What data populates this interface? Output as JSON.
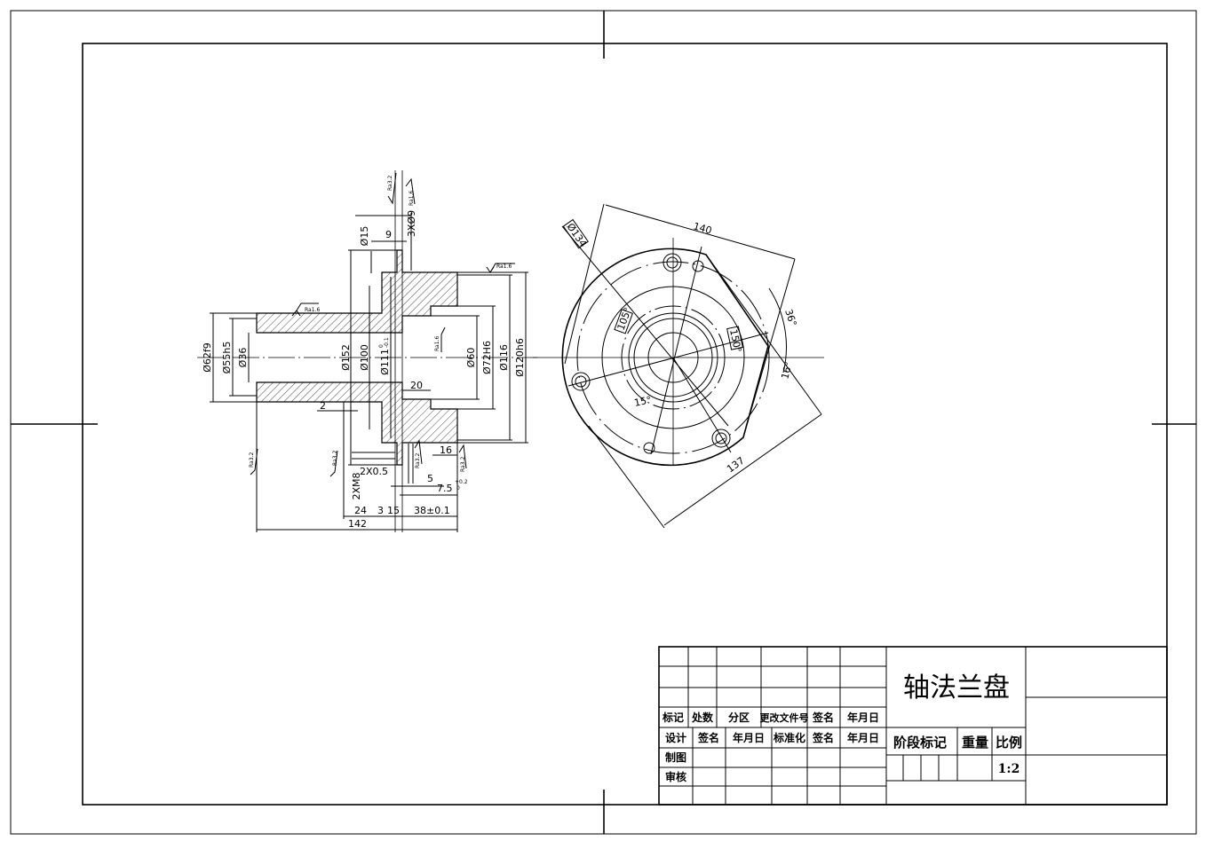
{
  "title_block": {
    "part_name": "轴法兰盘",
    "header_row": [
      "标记",
      "处数",
      "分区",
      "更改文件号",
      "签名",
      "年月日"
    ],
    "sign_row": [
      "设计",
      "签名",
      "年月日",
      "标准化",
      "签名",
      "年月日"
    ],
    "row_labels": [
      "制图",
      "审核"
    ],
    "stage_label": "阶段标记",
    "weight_label": "重量",
    "scale_label": "比例",
    "scale_value": "1:2"
  },
  "section_view": {
    "vertical_dims": [
      "Ø62f9",
      "Ø55h5",
      "Ø36",
      "Ø152",
      "Ø100",
      "Ø111",
      "Ø60",
      "Ø72H6",
      "Ø116",
      "Ø120h6",
      "Ø15",
      "3XØ9",
      "2XM8"
    ],
    "tolerance_111": {
      "upper": "0",
      "lower": "-0.1"
    },
    "horizontal_dims": [
      "9",
      "20",
      "2",
      "16",
      "2X0.5",
      "5",
      "7.5",
      "24",
      "3",
      "15",
      "38±0.1",
      "142"
    ],
    "tolerance_7_5": {
      "upper": "+0.2",
      "lower": "0"
    },
    "roughness": [
      "Ra3.2",
      "Ra1.6",
      "Ra1.6",
      "Ra1.6",
      "Ra3.2",
      "Ra3.2",
      "Ra3.2",
      "Ra3.2"
    ]
  },
  "end_view": {
    "dims": [
      "140",
      "137",
      "Ø134",
      "36°",
      "16°",
      "105°",
      "150°",
      "15°"
    ]
  }
}
